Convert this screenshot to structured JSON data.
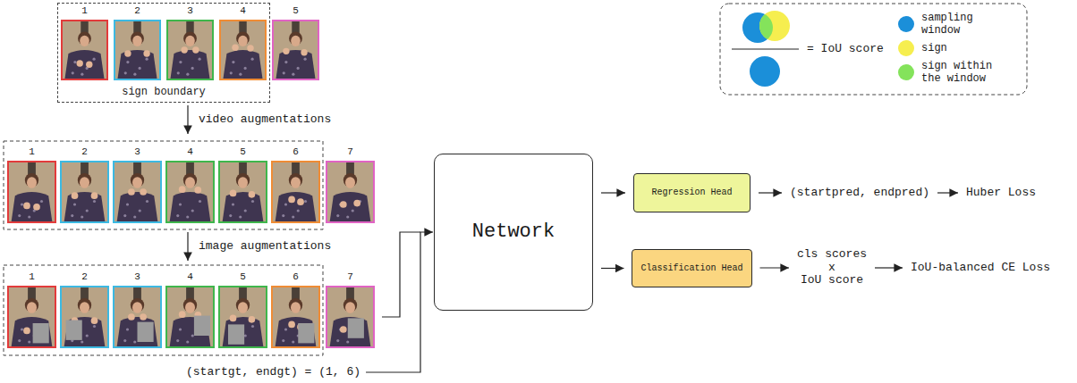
{
  "diagram": {
    "nodes": [
      {
        "text": [
          "sign boundary"
        ]
      },
      {
        "text": [
          "(startgt, endgt) = (1, 6)"
        ]
      },
      {
        "text": [
          "Network"
        ]
      },
      {
        "text": [
          "Regression Head"
        ]
      },
      {
        "text": [
          "Classification Head"
        ]
      },
      {
        "text": [
          "(startpred, endpred)"
        ]
      },
      {
        "text": [
          "Huber Loss"
        ]
      },
      {
        "text": [
          "cls scores",
          "x",
          "IoU score"
        ]
      },
      {
        "text": [
          "IoU-balanced CE Loss"
        ]
      }
    ],
    "edges": [
      {
        "from": 1,
        "to": 2,
        "arrow": "to"
      },
      {
        "from": 2,
        "to": 3,
        "arrow": "to"
      },
      {
        "from": 2,
        "to": 4,
        "arrow": "to"
      },
      {
        "from": 3,
        "to": 5,
        "arrow": "to"
      },
      {
        "from": 5,
        "to": 6,
        "arrow": "to"
      },
      {
        "from": 4,
        "to": 7,
        "arrow": "to"
      },
      {
        "from": 7,
        "to": 8,
        "arrow": "to"
      }
    ],
    "labels": [
      "1",
      "2",
      "3",
      "4",
      "5",
      "video augmentations",
      "1",
      "2",
      "3",
      "4",
      "5",
      "6",
      "7",
      "image augmentations",
      "1",
      "2",
      "3",
      "4",
      "5",
      "6",
      "7",
      "= IoU score"
    ],
    "legend": [
      {
        "text": "sampling window",
        "color": "#1b8fd9"
      },
      {
        "text": "sign",
        "color": "#f6ee4f"
      },
      {
        "text": "sign within the window",
        "color": "#84e35b"
      }
    ]
  }
}
